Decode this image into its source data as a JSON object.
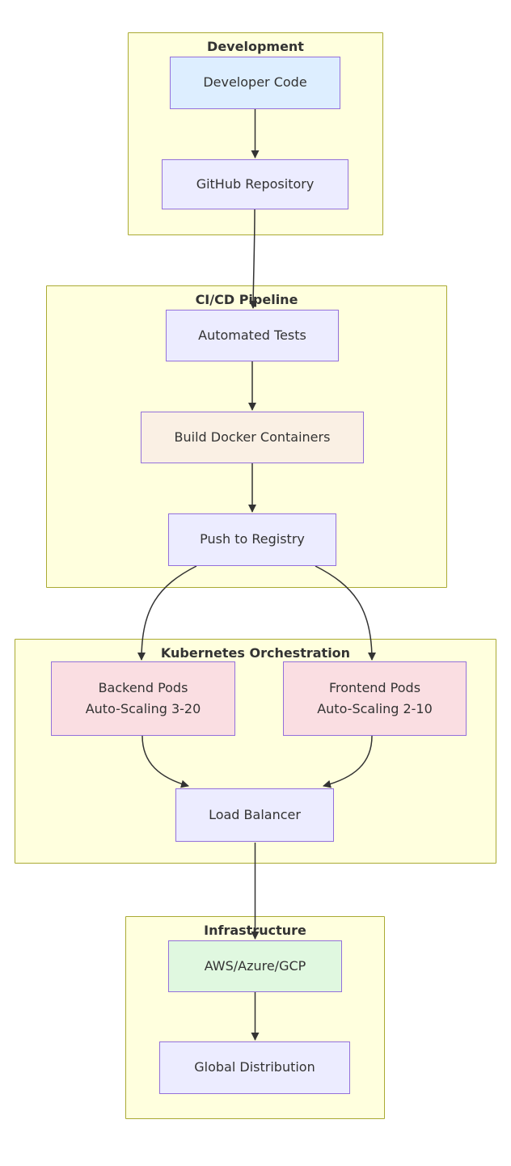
{
  "diagram": {
    "type": "flowchart",
    "clusters": [
      {
        "id": "development",
        "title": "Development"
      },
      {
        "id": "cicd",
        "title": "CI/CD Pipeline"
      },
      {
        "id": "kubernetes",
        "title": "Kubernetes Orchestration"
      },
      {
        "id": "infrastructure",
        "title": "Infrastructure"
      }
    ],
    "nodes": {
      "developer_code": {
        "label": "Developer Code",
        "fill": "#ddeeff"
      },
      "github_repository": {
        "label": "GitHub Repository",
        "fill": "#ececff"
      },
      "automated_tests": {
        "label": "Automated Tests",
        "fill": "#ececff"
      },
      "build_docker": {
        "label": "Build Docker Containers",
        "fill": "#faf0e4"
      },
      "push_registry": {
        "label": "Push to Registry",
        "fill": "#ececff"
      },
      "backend_pods": {
        "label": "Backend Pods",
        "sublabel": "Auto-Scaling 3-20",
        "fill": "#fadee2"
      },
      "frontend_pods": {
        "label": "Frontend Pods",
        "sublabel": "Auto-Scaling 2-10",
        "fill": "#fadee2"
      },
      "load_balancer": {
        "label": "Load Balancer",
        "fill": "#ececff"
      },
      "cloud_providers": {
        "label": "AWS/Azure/GCP",
        "fill": "#e0f8e0"
      },
      "global_distribution": {
        "label": "Global Distribution",
        "fill": "#ececff"
      }
    },
    "colors": {
      "canvas_background": "#ffffff",
      "cluster_fill": "#ffffde",
      "cluster_border": "#aaaa33",
      "node_border": "#9370db",
      "edge_stroke": "#333333",
      "text": "#333333"
    }
  }
}
